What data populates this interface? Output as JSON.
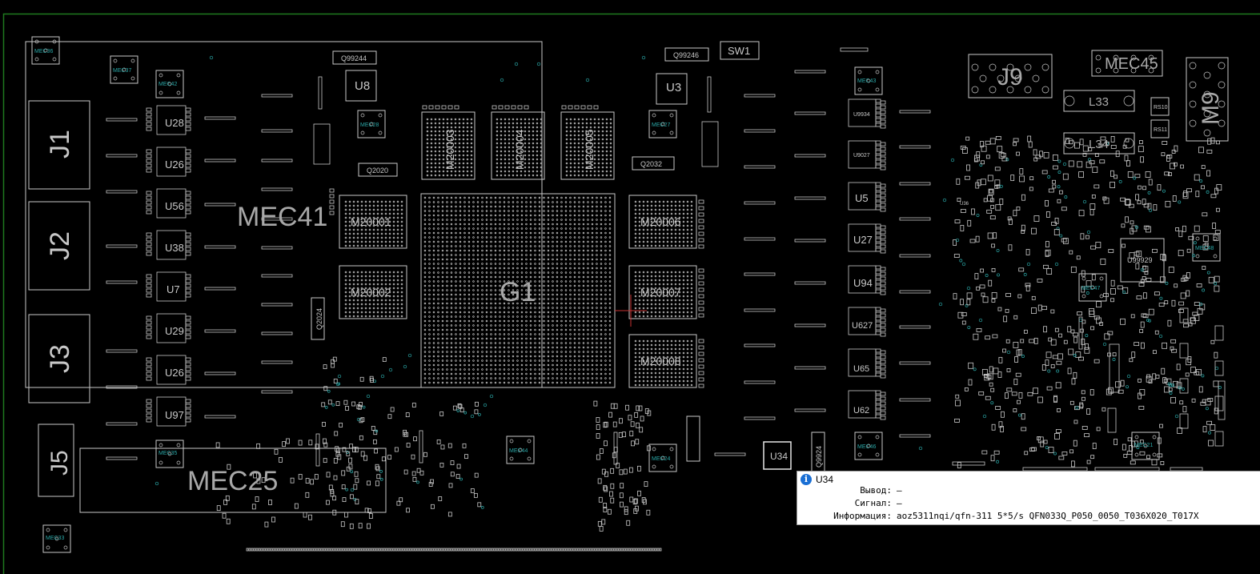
{
  "board": {
    "background": "#000000",
    "outline_color": "#c8c8c8",
    "border_color": "#1e7a1e",
    "via_color": "#2aa8a8",
    "cursor_color": "#c83232",
    "labels": {
      "mec36": "MEC36",
      "mec37": "MEC37",
      "mec42": "MEC42",
      "j1": "J1",
      "j2": "J2",
      "j3": "J3",
      "j5": "J5",
      "u28": "U28",
      "u26a": "U26",
      "u56": "U56",
      "u38": "U38",
      "u7": "U7",
      "u29": "U29",
      "u26b": "U26",
      "u97": "U97",
      "mec35": "MEC35",
      "mec41": "MEC41",
      "mec25": "MEC25",
      "mec33": "MEC33",
      "q9924a": "Q99244",
      "u8": "U8",
      "mec28": "MEC28",
      "q2020": "Q2020",
      "q2024": "Q2024",
      "m20003": "M20003",
      "m20004": "M20004",
      "m20005": "M20005",
      "m20001": "M20001",
      "m20002": "M20002",
      "g1": "G1",
      "m20006": "M20006",
      "m20007": "M20007",
      "m20008": "M20008",
      "q9924b": "Q99246",
      "sw1": "SW1",
      "u3": "U3",
      "mec27": "MEC27",
      "q2032": "Q2032",
      "mec44": "MEC44",
      "mec24": "MEC24",
      "mec43": "MEC43",
      "u99a": "U9934",
      "u90": "U9027",
      "u5": "U5",
      "u27": "U27",
      "u94": "U94",
      "u627": "U627",
      "u65": "U65",
      "u62": "U62",
      "mec46b": "MEC46",
      "u34": "U34",
      "q9924c": "Q9924",
      "j9": "J9",
      "mec45": "MEC45",
      "l33": "L33",
      "l34": "L34",
      "m9": "M9",
      "rs10": "RS10",
      "rs11": "RS11",
      "u99929": "U99929",
      "mec48": "MEC48",
      "mec47": "MEC47",
      "mec21": "MEC21",
      "u36": "U36"
    }
  },
  "tooltip": {
    "title": "U34",
    "icon": "info-icon",
    "rows": [
      {
        "label": "Вывод:",
        "value": "—"
      },
      {
        "label": "Сигнал:",
        "value": "—"
      },
      {
        "label": "Информация:",
        "value": "aoz5311nqi/qfn-311 5*5/s QFN033Q_P050_0050_T036X020_T017X"
      }
    ]
  }
}
